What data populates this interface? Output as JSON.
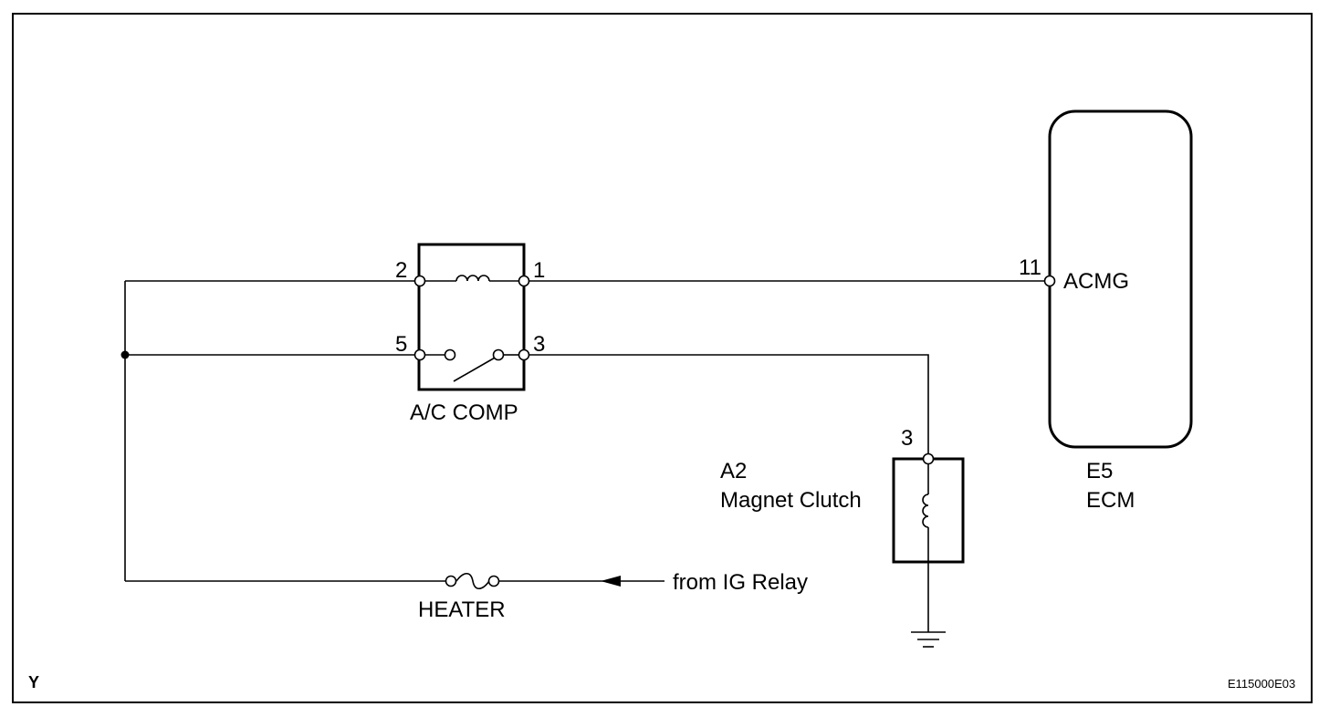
{
  "relay": {
    "name": "A/C COMP",
    "pins": {
      "coil_in": "2",
      "coil_out": "1",
      "switch_in": "5",
      "switch_out": "3"
    }
  },
  "ecm": {
    "code": "E5",
    "name": "ECM",
    "pin": "11",
    "signal": "ACMG"
  },
  "clutch": {
    "code": "A2",
    "name": "Magnet Clutch",
    "pin": "3"
  },
  "fuse": {
    "name": "HEATER"
  },
  "source": {
    "label": "from IG Relay"
  },
  "corner_letter": "Y",
  "figure_id": "E115000E03"
}
